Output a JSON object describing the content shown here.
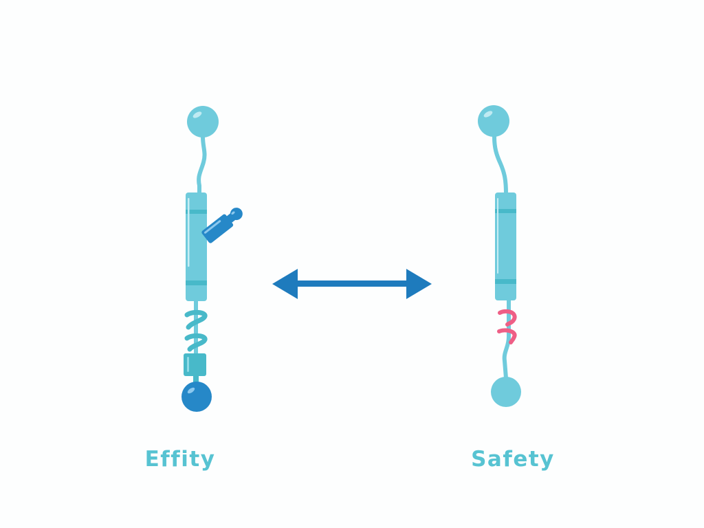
{
  "diagram": {
    "type": "comparison-illustration",
    "left": {
      "label": "Effity",
      "description": "Molecule with attached side-chain group and blue terminal sphere"
    },
    "right": {
      "label": "Safety",
      "description": "Molecule with pink coil segment and light-blue terminal sphere"
    },
    "connector": {
      "type": "double-headed-arrow",
      "icon": "double-arrow-icon"
    }
  },
  "colors": {
    "background": "#fdfefe",
    "molecule_light": "#6fcbdc",
    "molecule_band": "#48b9c9",
    "molecule_dark": "#2688c8",
    "arrow": "#1e7bbd",
    "coil_pink": "#ee5f86",
    "label_text": "#57c3d2"
  }
}
